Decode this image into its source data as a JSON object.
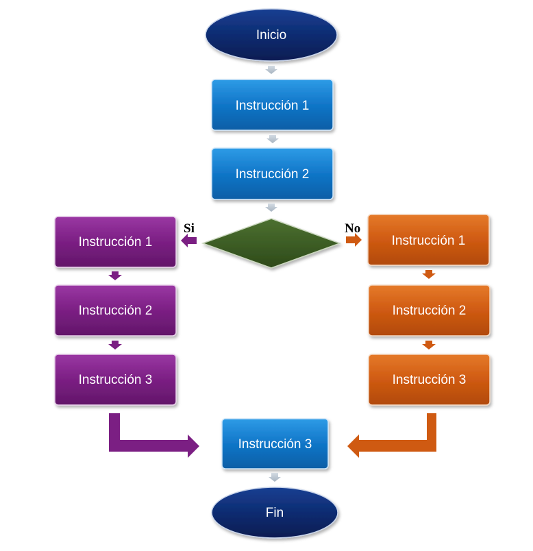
{
  "start": {
    "label": "Inicio"
  },
  "main_steps": [
    {
      "label": "Instrucción 1"
    },
    {
      "label": "Instrucción 2"
    }
  ],
  "decision": {
    "yes_label": "Si",
    "no_label": "No"
  },
  "yes_branch": [
    {
      "label": "Instrucción 1"
    },
    {
      "label": "Instrucción 2"
    },
    {
      "label": "Instrucción 3"
    }
  ],
  "no_branch": [
    {
      "label": "Instrucción 1"
    },
    {
      "label": "Instrucción 2"
    },
    {
      "label": "Instrucción 3"
    }
  ],
  "merge": {
    "label": "Instrucción 3"
  },
  "end": {
    "label": "Fin"
  },
  "colors": {
    "terminal": "#0b2a6e",
    "main": "#1176c8",
    "decision": "#3b5a22",
    "yes": "#7b1f83",
    "no": "#cf5a12",
    "connector": "#b8c4d0"
  }
}
